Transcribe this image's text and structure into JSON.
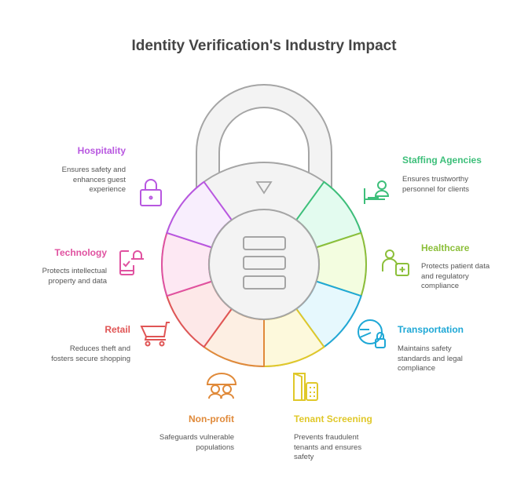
{
  "title": "Identity Verification's Industry Impact",
  "segments": [
    {
      "name": "Staffing Agencies",
      "desc": "Ensures trustworthy personnel for clients",
      "stroke": "#3dbf7a",
      "fill": "#e3fbef",
      "icon": "staff-icon"
    },
    {
      "name": "Healthcare",
      "desc": "Protects patient data and regulatory compliance",
      "stroke": "#8cbf3a",
      "fill": "#f3fde0",
      "icon": "medical-icon"
    },
    {
      "name": "Transportation",
      "desc": "Maintains safety standards and legal compliance",
      "stroke": "#1fa8d6",
      "fill": "#e6f8fd",
      "icon": "transport-icon"
    },
    {
      "name": "Tenant Screening",
      "desc": "Prevents fraudulent tenants and ensures safety",
      "stroke": "#e0c82a",
      "fill": "#fdf9dc",
      "icon": "door-icon"
    },
    {
      "name": "Non-profit",
      "desc": "Safeguards vulnerable populations",
      "stroke": "#e08a3a",
      "fill": "#fdefe3",
      "icon": "umbrella-people-icon"
    },
    {
      "name": "Retail",
      "desc": "Reduces theft and fosters secure shopping",
      "stroke": "#e05555",
      "fill": "#fde8e8",
      "icon": "cart-icon"
    },
    {
      "name": "Technology",
      "desc": "Protects intellectual property and data",
      "stroke": "#e052a0",
      "fill": "#fde8f3",
      "icon": "phone-bell-icon"
    },
    {
      "name": "Hospitality",
      "desc": "Ensures safety and enhances guest experience",
      "stroke": "#b857e0",
      "fill": "#f8eefd",
      "icon": "padlock-icon"
    }
  ]
}
